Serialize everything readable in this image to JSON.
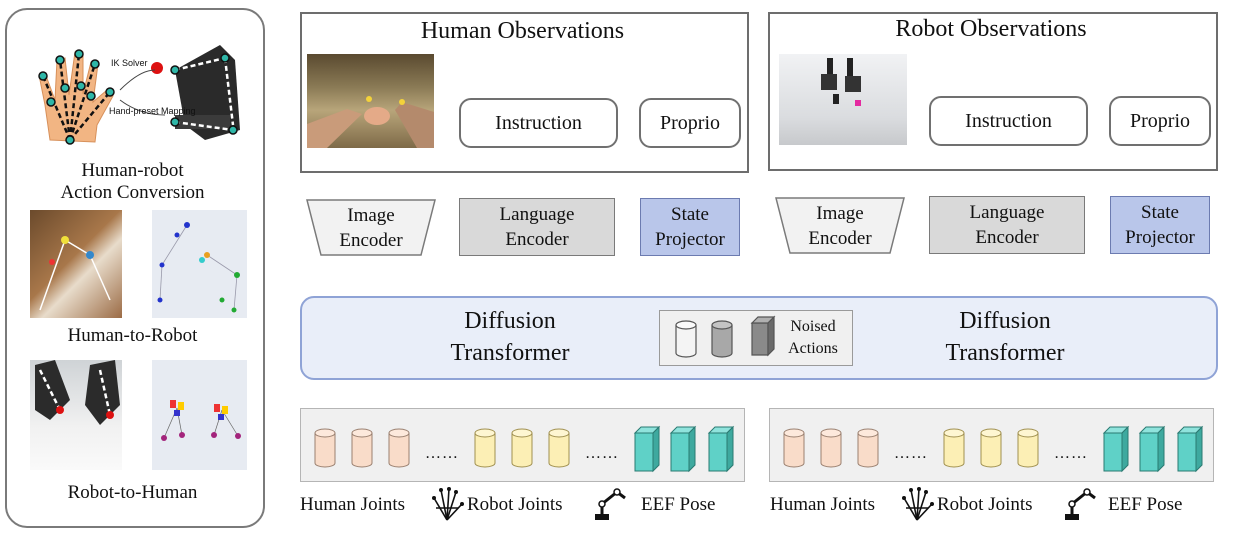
{
  "left_panel": {
    "ik_solver": "IK Solver",
    "hand_preset_mapping": "Hand-preset Mapping",
    "caption_conversion_line1": "Human-robot",
    "caption_conversion_line2": "Action Conversion",
    "caption_h2r": "Human-to-Robot",
    "caption_r2h": "Robot-to-Human"
  },
  "human_obs": {
    "title": "Human Observations",
    "instruction": "Instruction",
    "proprio": "Proprio"
  },
  "robot_obs": {
    "title": "Robot Observations",
    "instruction": "Instruction",
    "proprio": "Proprio"
  },
  "encoders_left": {
    "image_l1": "Image",
    "image_l2": "Encoder",
    "lang_l1": "Language",
    "lang_l2": "Encoder",
    "state_l1": "State",
    "state_l2": "Projector"
  },
  "encoders_right": {
    "image_l1": "Image",
    "image_l2": "Encoder",
    "lang_l1": "Language",
    "lang_l2": "Encoder",
    "state_l1": "State",
    "state_l2": "Projector"
  },
  "diffusion": {
    "left_l1": "Diffusion",
    "left_l2": "Transformer",
    "right_l1": "Diffusion",
    "right_l2": "Transformer",
    "noised_l1": "Noised",
    "noised_l2": "Actions"
  },
  "action_tokens": {
    "dots": "……",
    "human_joints": "Human Joints",
    "robot_joints": "Robot Joints",
    "eef_pose": "EEF Pose"
  },
  "colors": {
    "human_joint_token": "#f9dcc9",
    "robot_joint_token": "#fcefb5",
    "eef_token": "#5fd1c7",
    "state_projector": "#b9c6ea",
    "diffusion_fill": "#e9eef9",
    "diffusion_border": "#8fa3d6"
  }
}
